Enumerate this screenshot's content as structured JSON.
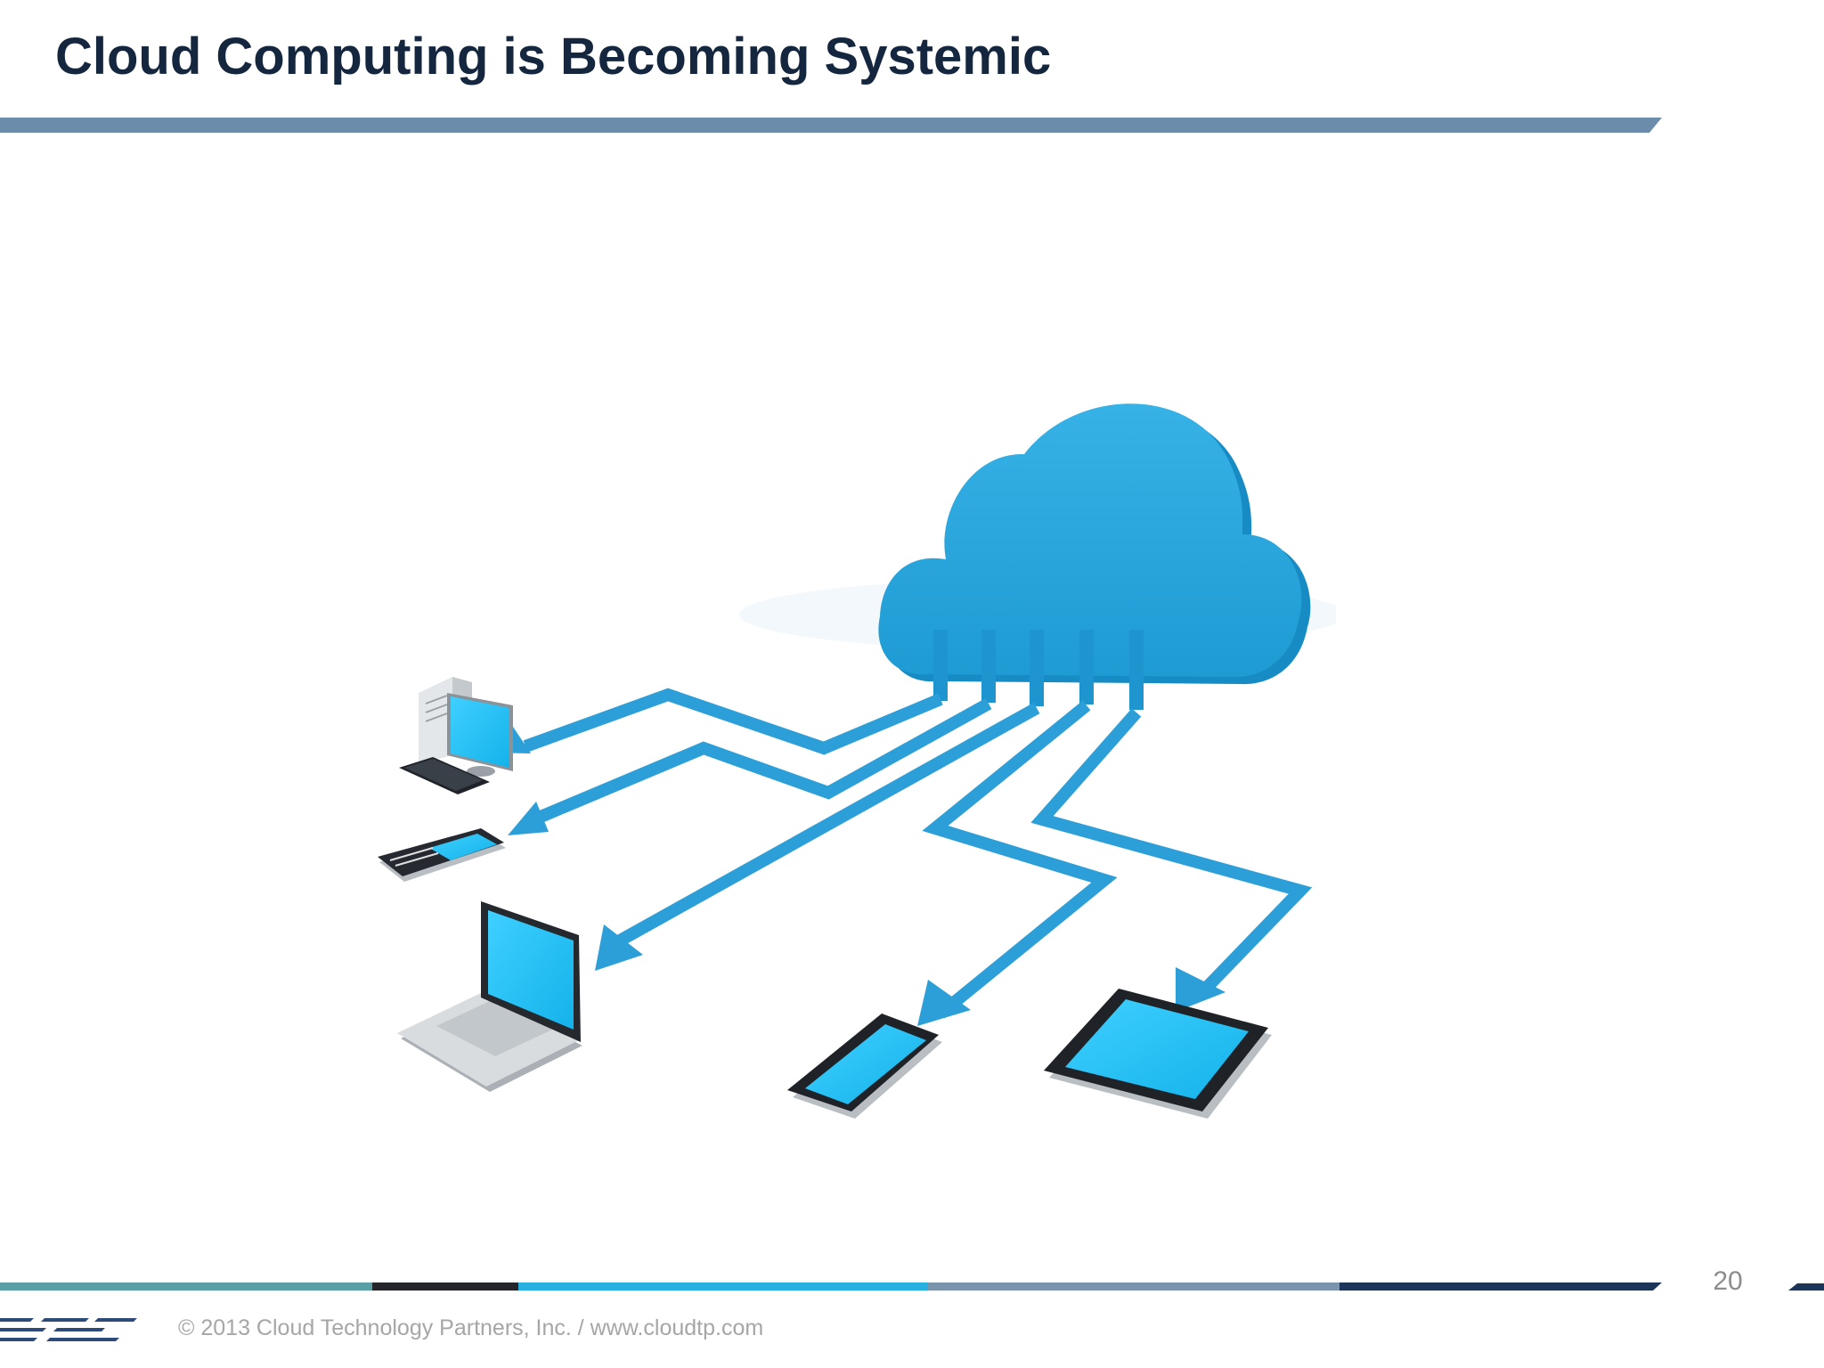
{
  "slide": {
    "title": "Cloud Computing is Becoming Systemic",
    "page_number": "20",
    "copyright": "© 2013 Cloud Technology Partners, Inc.  /  www.cloudtp.com"
  },
  "illustration": {
    "hub": "cloud-icon",
    "devices": [
      "desktop-computer-icon",
      "feature-phone-icon",
      "laptop-icon",
      "smartphone-icon",
      "tablet-icon"
    ]
  },
  "colors": {
    "title": "#14273f",
    "title_rule": "#6b8cab",
    "cloud": "#29a6dd",
    "arrows": "#2d9fd8",
    "device_screen": "#1cbcf0",
    "footer_segments": [
      "#5a9ea6",
      "#24262b",
      "#2ab0e0",
      "#7994ab",
      "#1d3558"
    ],
    "footer_text": "#a6a6a6"
  }
}
